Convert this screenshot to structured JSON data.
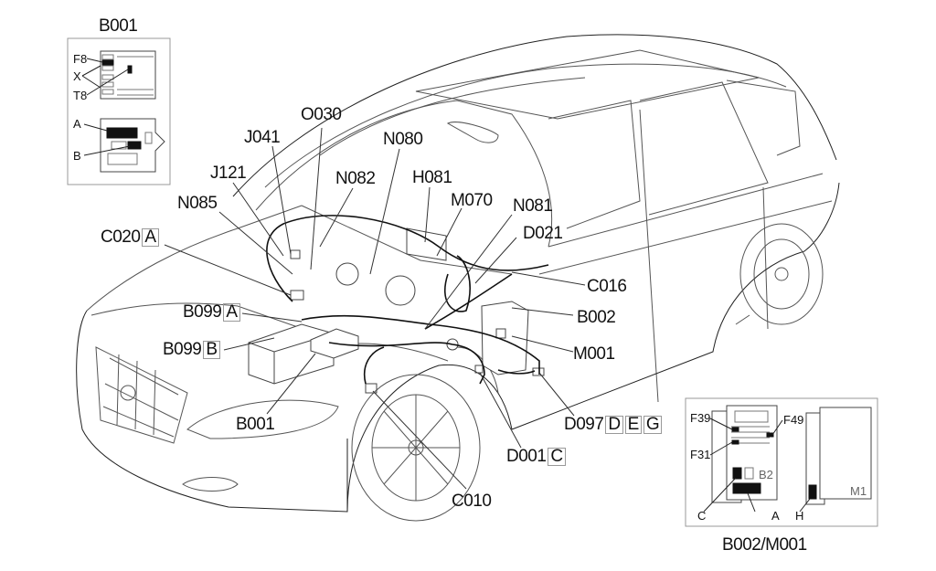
{
  "diagram": {
    "type": "vehicle-wiring-component-location",
    "colors": {
      "line": "#555555",
      "harness": "#111111",
      "label": "#111111",
      "inset_border": "#999999"
    },
    "callouts": [
      {
        "id": "o030",
        "code": "O030",
        "boxes": []
      },
      {
        "id": "j041",
        "code": "J041",
        "boxes": []
      },
      {
        "id": "n080",
        "code": "N080",
        "boxes": []
      },
      {
        "id": "j121",
        "code": "J121",
        "boxes": []
      },
      {
        "id": "n082",
        "code": "N082",
        "boxes": []
      },
      {
        "id": "h081",
        "code": "H081",
        "boxes": []
      },
      {
        "id": "n085",
        "code": "N085",
        "boxes": []
      },
      {
        "id": "m070",
        "code": "M070",
        "boxes": []
      },
      {
        "id": "n081",
        "code": "N081",
        "boxes": []
      },
      {
        "id": "c020",
        "code": "C020",
        "boxes": [
          "A"
        ]
      },
      {
        "id": "d021",
        "code": "D021",
        "boxes": []
      },
      {
        "id": "c016",
        "code": "C016",
        "boxes": []
      },
      {
        "id": "b099a",
        "code": "B099",
        "boxes": [
          "A"
        ]
      },
      {
        "id": "b002",
        "code": "B002",
        "boxes": []
      },
      {
        "id": "b099b",
        "code": "B099",
        "boxes": [
          "B"
        ]
      },
      {
        "id": "m001",
        "code": "M001",
        "boxes": []
      },
      {
        "id": "b001",
        "code": "B001",
        "boxes": []
      },
      {
        "id": "d097",
        "code": "D097",
        "boxes": [
          "D",
          "E",
          "G"
        ]
      },
      {
        "id": "d001",
        "code": "D001",
        "boxes": [
          "C"
        ]
      },
      {
        "id": "c010",
        "code": "C010",
        "boxes": []
      }
    ],
    "inset_b001": {
      "title": "B001",
      "labels": {
        "f8": "F8",
        "x": "X",
        "t8": "T8",
        "a": "A",
        "b": "B"
      }
    },
    "inset_b002_m001": {
      "title": "B002/M001",
      "labels": {
        "f39": "F39",
        "f49": "F49",
        "f31": "F31",
        "b2": "B2",
        "m1": "M1",
        "c": "C",
        "a": "A",
        "h": "H"
      }
    }
  }
}
